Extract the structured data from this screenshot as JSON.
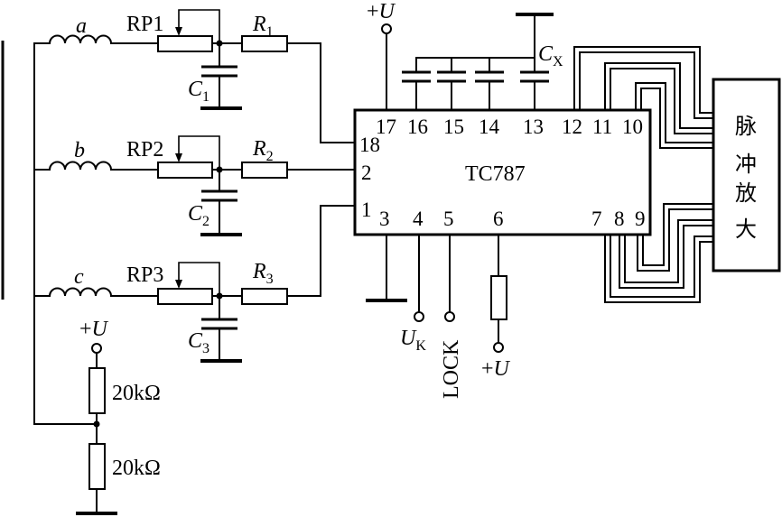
{
  "inductors": [
    {
      "id": "a",
      "label": "a"
    },
    {
      "id": "b",
      "label": "b"
    },
    {
      "id": "c",
      "label": "c"
    }
  ],
  "potentiometers": [
    {
      "id": "RP1",
      "label": "RP1"
    },
    {
      "id": "RP2",
      "label": "RP2"
    },
    {
      "id": "RP3",
      "label": "RP3"
    }
  ],
  "resistors": [
    {
      "id": "R1",
      "letter": "R",
      "sub": "1"
    },
    {
      "id": "R2",
      "letter": "R",
      "sub": "2"
    },
    {
      "id": "R3",
      "letter": "R",
      "sub": "3"
    }
  ],
  "capacitors": [
    {
      "id": "C1",
      "letter": "C",
      "sub": "1"
    },
    {
      "id": "C2",
      "letter": "C",
      "sub": "2"
    },
    {
      "id": "C3",
      "letter": "C",
      "sub": "3"
    }
  ],
  "cx": {
    "letter": "C",
    "sub": "X"
  },
  "ic": {
    "name": "TC787",
    "top_pins": [
      "17",
      "16",
      "15",
      "14",
      "13",
      "12",
      "11",
      "10"
    ],
    "left_pins": [
      "18",
      "2",
      "1"
    ],
    "bottom_left_pins": [
      "3",
      "4",
      "5",
      "6"
    ],
    "bottom_right_pins": [
      "7",
      "8",
      "9"
    ]
  },
  "supply": {
    "plus": "+",
    "letter": "U"
  },
  "uk": {
    "letter": "U",
    "sub": "K"
  },
  "lock": "LOCK",
  "divider": {
    "top": "20kΩ",
    "bottom": "20kΩ"
  },
  "pulse_amp": {
    "chars": [
      "脉",
      "冲",
      "放",
      "大"
    ]
  }
}
